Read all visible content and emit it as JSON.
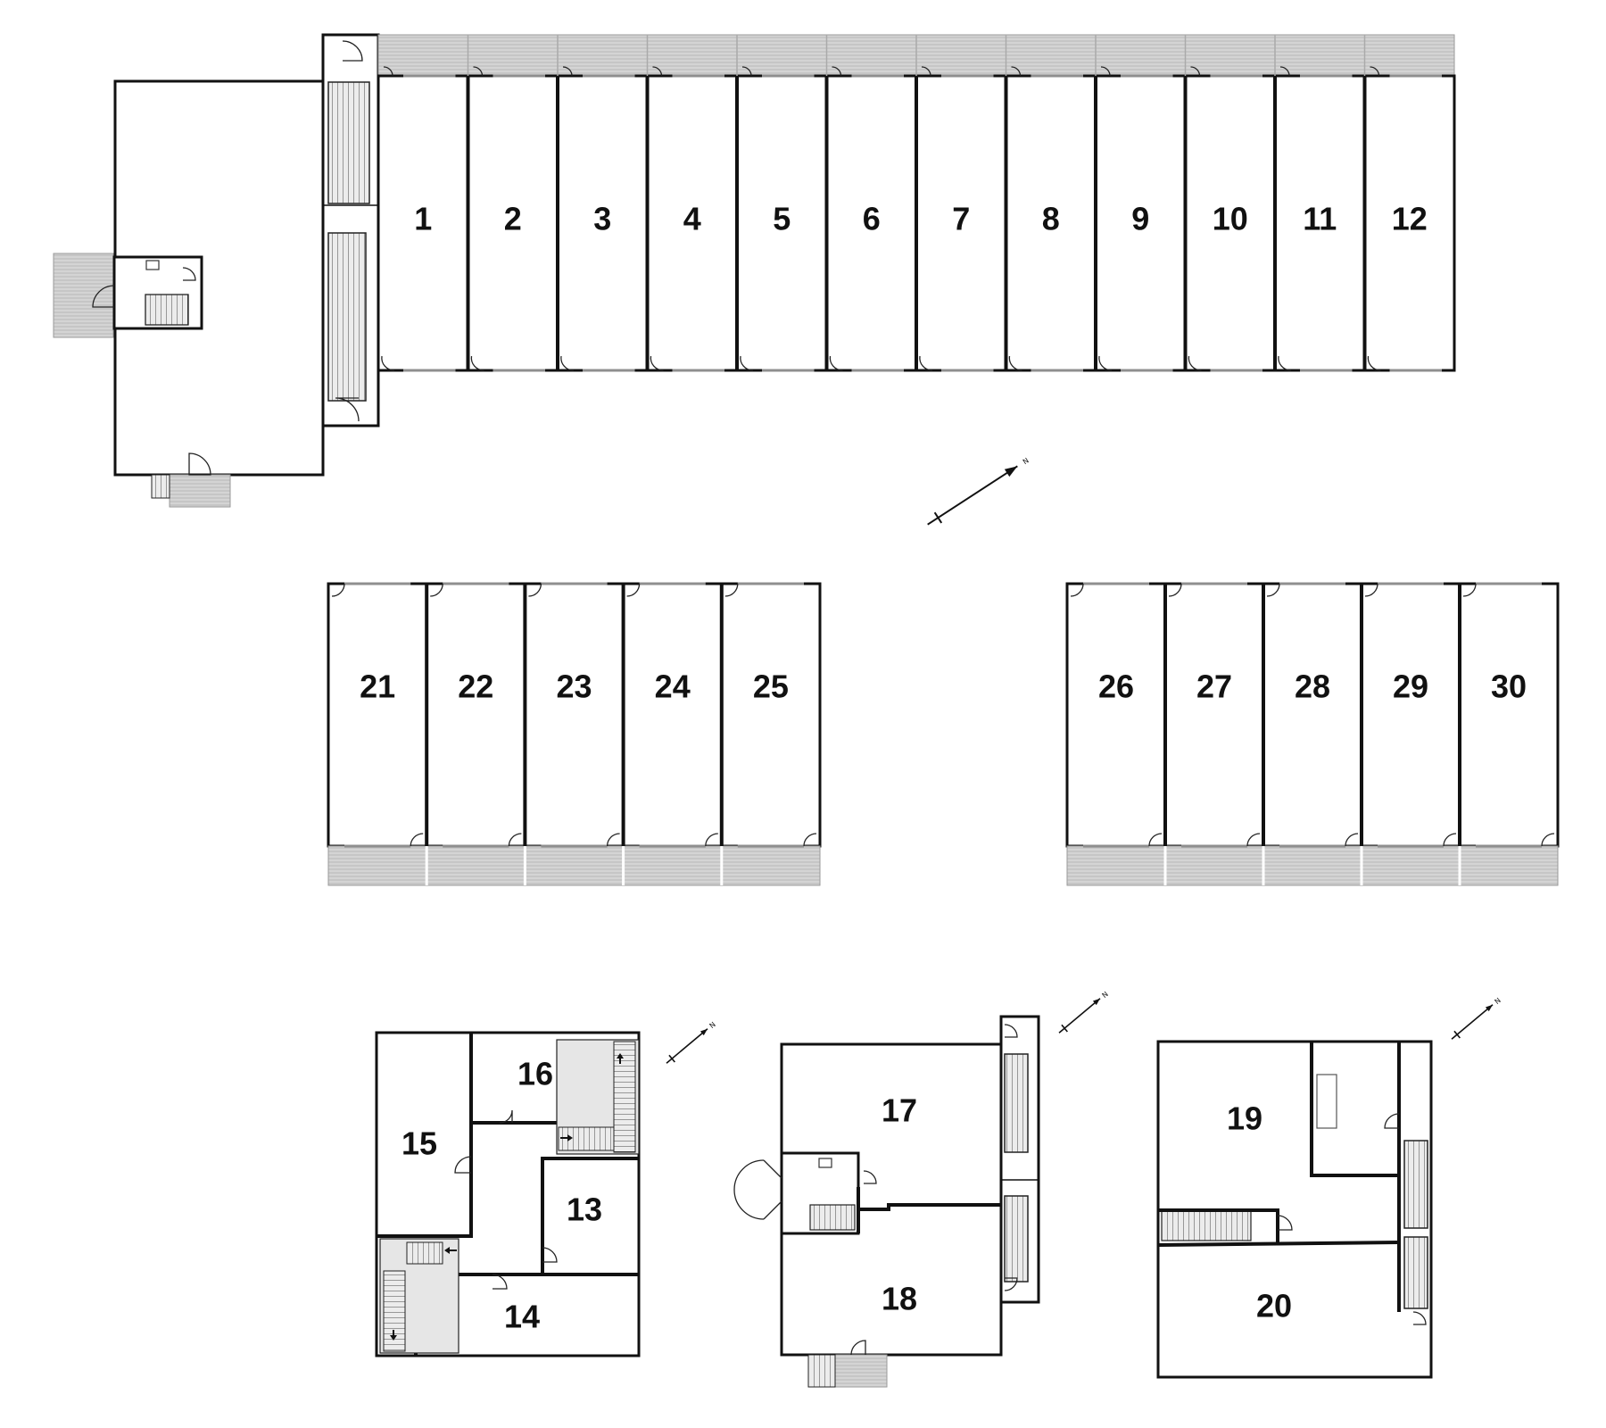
{
  "units": {
    "top_row": [
      "1",
      "2",
      "3",
      "4",
      "5",
      "6",
      "7",
      "8",
      "9",
      "10",
      "11",
      "12"
    ],
    "middle_left": [
      "21",
      "22",
      "23",
      "24",
      "25"
    ],
    "middle_right": [
      "26",
      "27",
      "28",
      "29",
      "30"
    ],
    "building_a": [
      "16",
      "15",
      "13",
      "14"
    ],
    "building_b": [
      "17",
      "18"
    ],
    "building_c": [
      "19",
      "20"
    ]
  },
  "compass": {
    "north_letter": "N"
  },
  "icons": [
    "door-swing-icon",
    "staircase-icon",
    "mailbox-icon",
    "north-arrow-icon",
    "stair-direction-arrow-icon"
  ],
  "colors": {
    "walls": "#111111",
    "patio_hatch": "#bdbdbd",
    "background": "#ffffff"
  }
}
